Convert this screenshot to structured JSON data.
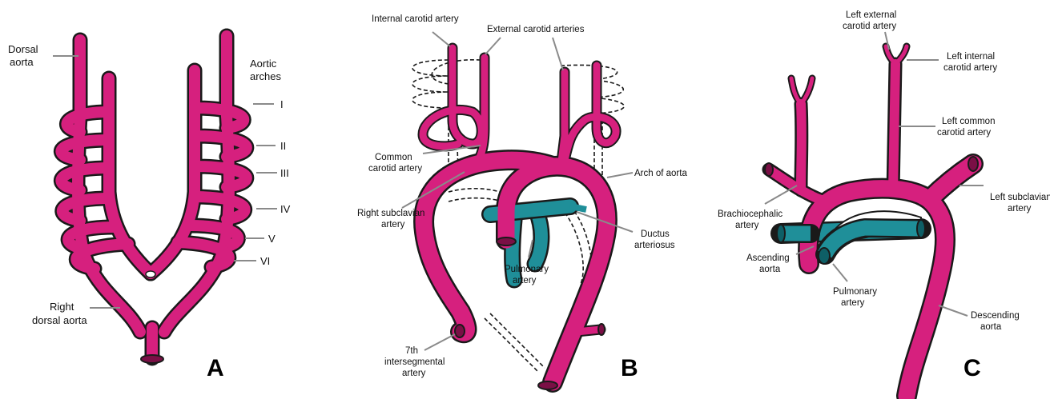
{
  "colors": {
    "artery": "#d6207e",
    "pulmonary": "#1f8f99",
    "outline": "#1a1a1a",
    "leader": "#8a8a8a"
  },
  "panels": {
    "a": {
      "letter": "A",
      "labels": {
        "dorsal_aorta_1": "Dorsal",
        "dorsal_aorta_2": "aorta",
        "aortic_arches_1": "Aortic",
        "aortic_arches_2": "arches",
        "arch_1": "I",
        "arch_2": "II",
        "arch_3": "III",
        "arch_4": "IV",
        "arch_5": "V",
        "arch_6": "VI",
        "right_dorsal_aorta_1": "Right",
        "right_dorsal_aorta_2": "dorsal aorta"
      }
    },
    "b": {
      "letter": "B",
      "labels": {
        "internal_carotid": "Internal carotid artery",
        "external_carotid": "External carotid arteries",
        "common_carotid_1": "Common",
        "common_carotid_2": "carotid artery",
        "arch_of_aorta": "Arch of aorta",
        "right_subclavian_1": "Right subclavian",
        "right_subclavian_2": "artery",
        "ductus_1": "Ductus",
        "ductus_2": "arteriosus",
        "pulmonary_1": "Pulmonary",
        "pulmonary_2": "artery",
        "seventh_1": "7th",
        "seventh_2": "intersegmental",
        "seventh_3": "artery"
      }
    },
    "c": {
      "letter": "C",
      "labels": {
        "left_external_1": "Left external",
        "left_external_2": "carotid artery",
        "left_internal_1": "Left internal",
        "left_internal_2": "carotid artery",
        "left_common_1": "Left common",
        "left_common_2": "carotid artery",
        "brachiocephalic_1": "Brachiocephalic",
        "brachiocephalic_2": "artery",
        "left_subclavian_1": "Left subclavian",
        "left_subclavian_2": "artery",
        "ascending_1": "Ascending",
        "ascending_2": "aorta",
        "pulmonary_1": "Pulmonary",
        "pulmonary_2": "artery",
        "descending_1": "Descending",
        "descending_2": "aorta"
      }
    }
  }
}
